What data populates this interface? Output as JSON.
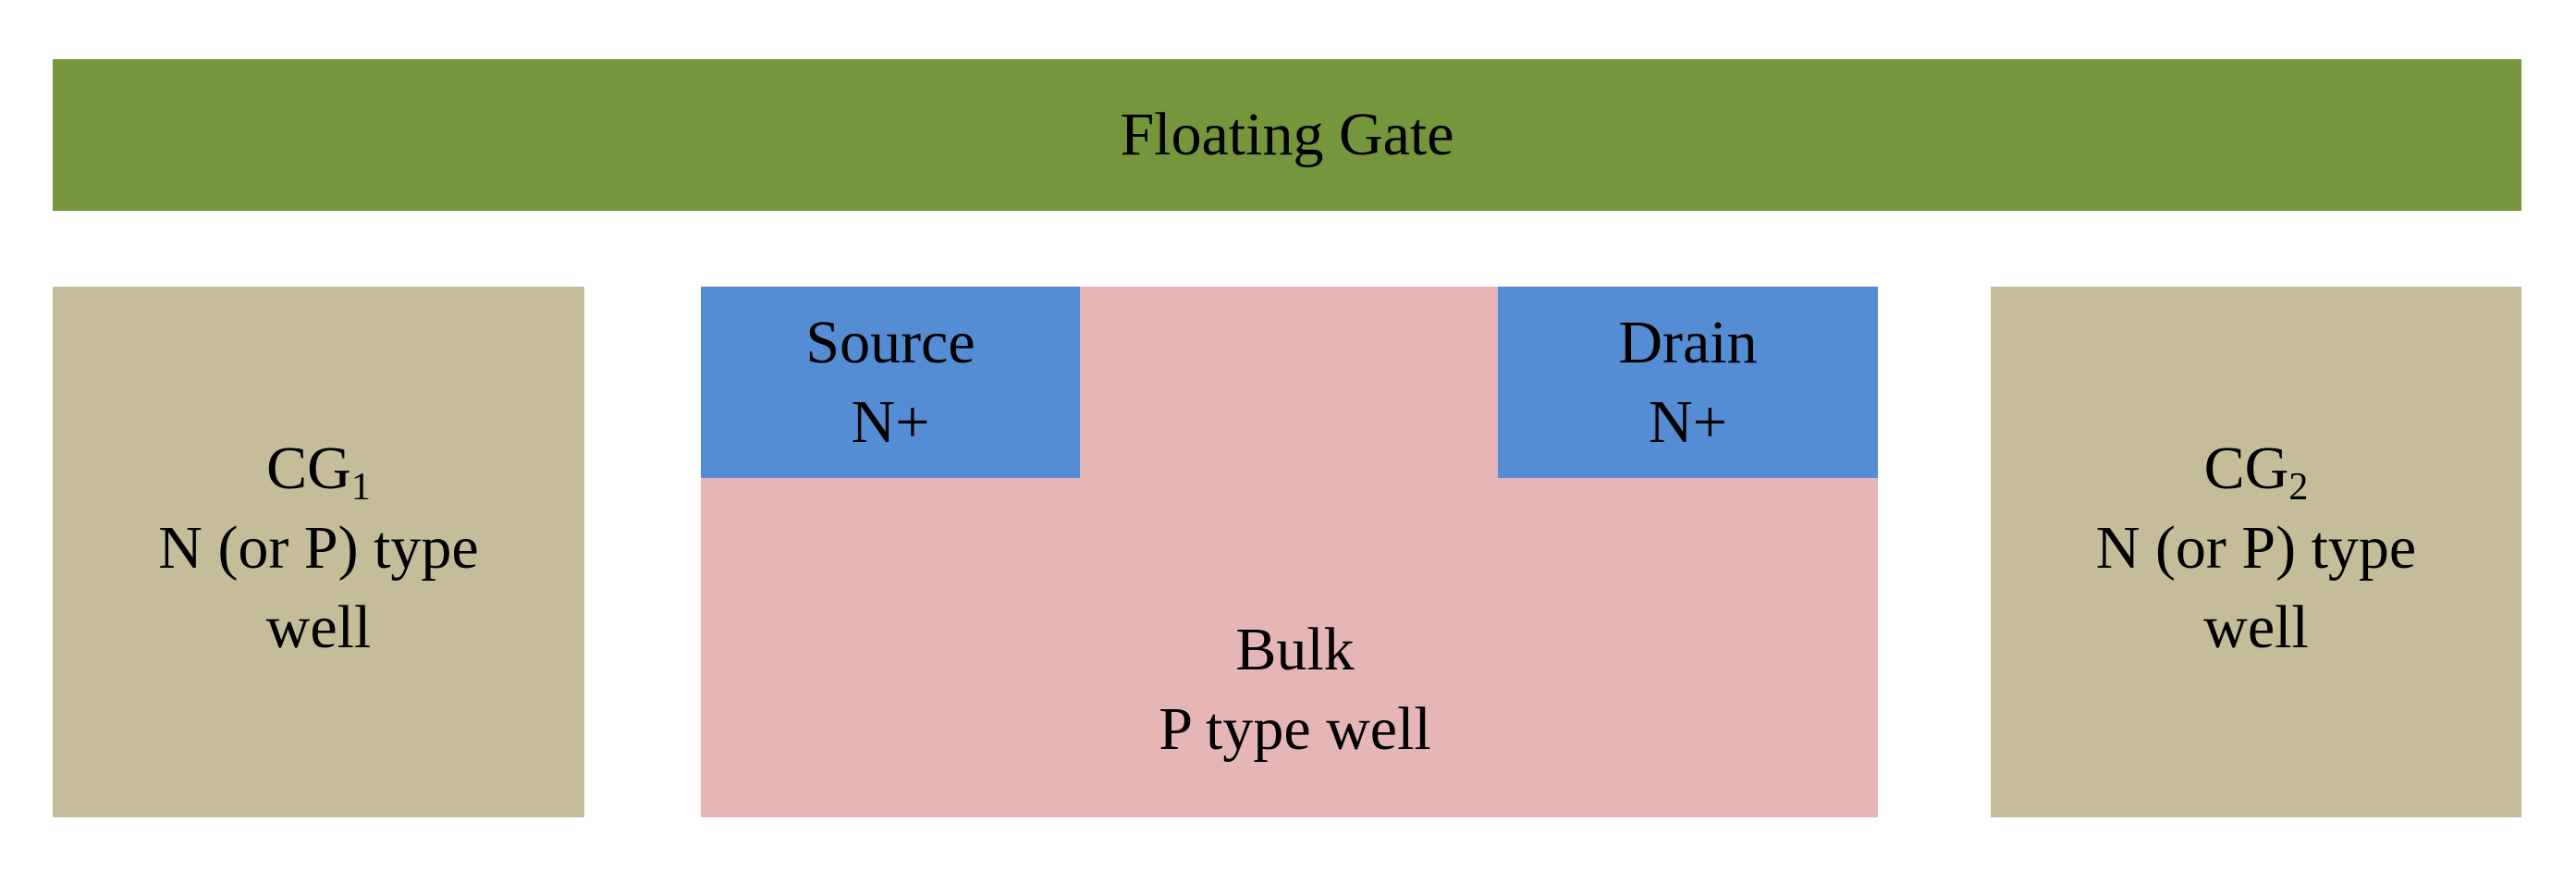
{
  "floating_gate": {
    "label": "Floating Gate",
    "color": "#76963c"
  },
  "cg1": {
    "name": "CG",
    "subscript": "1",
    "line2": "N (or P) type",
    "line3": "well",
    "color": "#c5bd99"
  },
  "source": {
    "line1": "Source",
    "line2": "N+",
    "color": "#548dd4"
  },
  "drain": {
    "line1": "Drain",
    "line2": "N+",
    "color": "#548dd4"
  },
  "bulk": {
    "line1": "Bulk",
    "line2": "P type well",
    "color": "#e6b6b7"
  },
  "cg2": {
    "name": "CG",
    "subscript": "2",
    "line2": "N (or P) type",
    "line3": "well",
    "color": "#c5bd99"
  }
}
